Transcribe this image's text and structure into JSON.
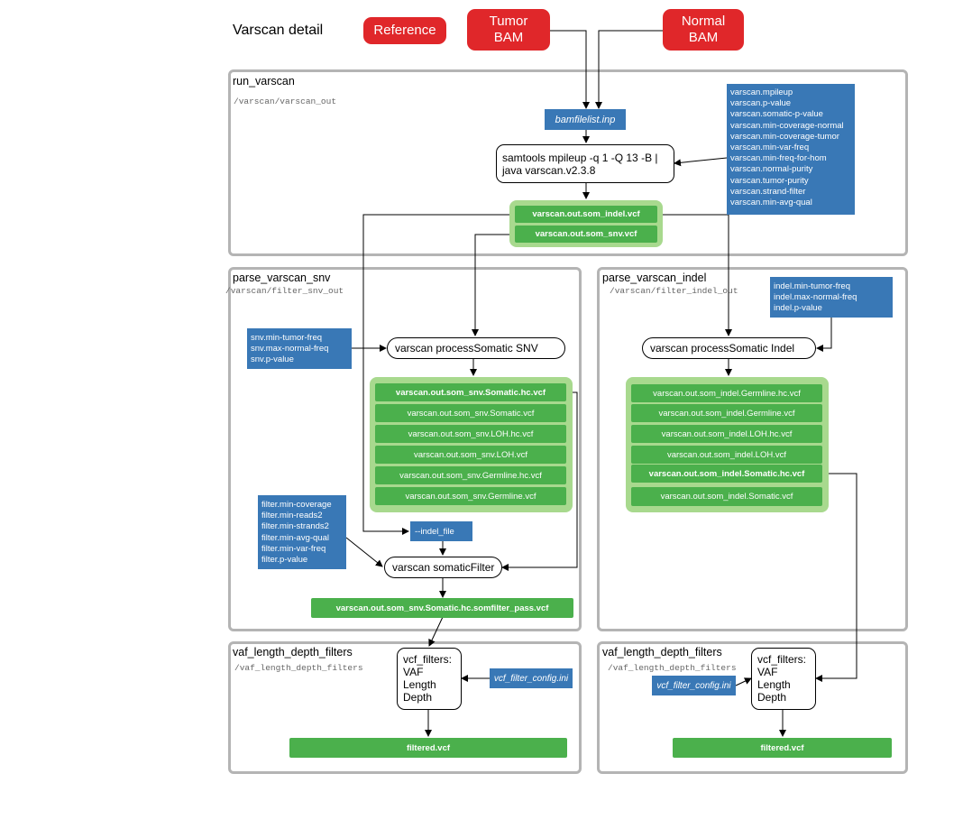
{
  "title": "Varscan detail",
  "inputs": {
    "reference": "Reference",
    "tumor_bam": "Tumor\nBAM",
    "normal_bam": "Normal\nBAM"
  },
  "run_varscan": {
    "title": "run_varscan",
    "path": "/varscan/varscan_out",
    "bamfilelist": "bamfilelist.inp",
    "process": [
      "samtools mpileup -q 1 -Q 13 -B |",
      "java varscan.v2.3.8"
    ],
    "params": [
      "varscan.mpileup",
      "varscan.p-value",
      "varscan.somatic-p-value",
      "varscan.min-coverage-normal",
      "varscan.min-coverage-tumor",
      "varscan.min-var-freq",
      "varscan.min-freq-for-hom",
      "varscan.normal-purity",
      "varscan.tumor-purity",
      "varscan.strand-filter",
      "varscan.min-avg-qual"
    ],
    "outputs": [
      "varscan.out.som_indel.vcf",
      "varscan.out.som_snv.vcf"
    ]
  },
  "parse_snv": {
    "title": "parse_varscan_snv",
    "path": "/varscan/filter_snv_out",
    "params": [
      "snv.min-tumor-freq",
      "snv.max-normal-freq",
      "snv.p-value"
    ],
    "process": "varscan processSomatic SNV",
    "outputs": [
      "varscan.out.som_snv.Somatic.hc.vcf",
      "varscan.out.som_snv.Somatic.vcf",
      "varscan.out.som_snv.LOH.hc.vcf",
      "varscan.out.som_snv.LOH.vcf",
      "varscan.out.som_snv.Germline.hc.vcf",
      "varscan.out.som_snv.Germline.vcf"
    ],
    "filter_params": [
      "filter.min-coverage",
      "filter.min-reads2",
      "filter.min-strands2",
      "filter.min-avg-qual",
      "filter.min-var-freq",
      "filter.p-value"
    ],
    "indel_file": "--indel_file",
    "filter_process": "varscan somaticFilter",
    "filter_output": "varscan.out.som_snv.Somatic.hc.somfilter_pass.vcf"
  },
  "parse_indel": {
    "title": "parse_varscan_indel",
    "path": "/varscan/filter_indel_out",
    "params": [
      "indel.min-tumor-freq",
      "indel.max-normal-freq",
      "indel.p-value"
    ],
    "process": "varscan processSomatic Indel",
    "outputs": [
      "varscan.out.som_indel.Germline.hc.vcf",
      "varscan.out.som_indel.Germline.vcf",
      "varscan.out.som_indel.LOH.hc.vcf",
      "varscan.out.som_indel.LOH.vcf",
      "varscan.out.som_indel.Somatic.hc.vcf",
      "varscan.out.som_indel.Somatic.vcf"
    ]
  },
  "vaf_left": {
    "title": "vaf_length_depth_filters",
    "path": "/vaf_length_depth_filters",
    "filters": [
      "vcf_filters:",
      "VAF",
      "Length",
      "Depth"
    ],
    "config": "vcf_filter_config.ini",
    "output": "filtered.vcf"
  },
  "vaf_right": {
    "title": "vaf_length_depth_filters",
    "path": "/vaf_length_depth_filters",
    "filters": [
      "vcf_filters:",
      "VAF",
      "Length",
      "Depth"
    ],
    "config": "vcf_filter_config.ini",
    "output": "filtered.vcf"
  },
  "colors": {
    "red": "#e0272a",
    "blue": "#3978b6",
    "green": "#4bb04c",
    "green_glow": "#a8d98e",
    "frame": "#b4b4b4"
  }
}
